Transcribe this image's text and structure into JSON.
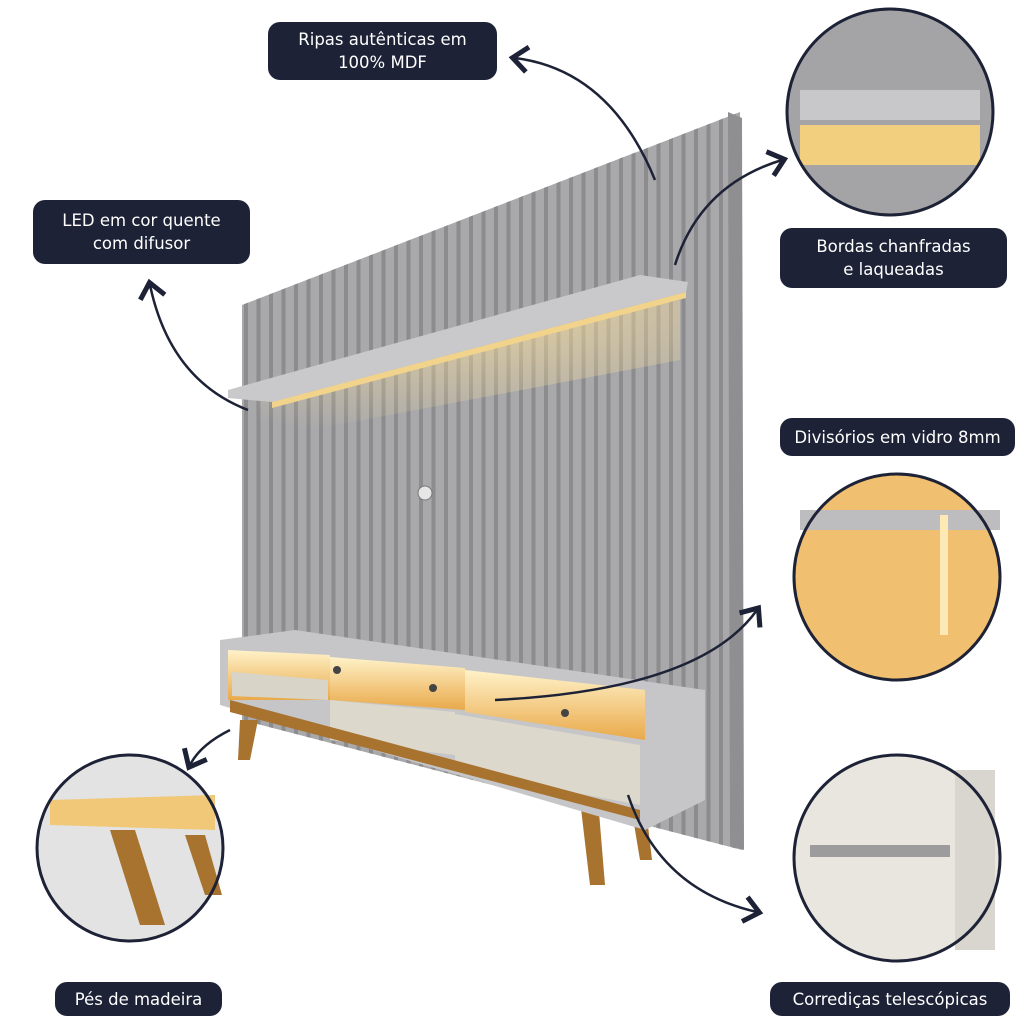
{
  "labels": {
    "slats": {
      "line1": "Ripas autênticas em",
      "line2": "100% MDF"
    },
    "led": {
      "line1": "LED em cor quente",
      "line2": "com difusor"
    },
    "edges": {
      "line1": "Bordas chanfradas",
      "line2": "e laqueadas"
    },
    "glass": {
      "line1": "Divisórios em vidro 8mm"
    },
    "feet": {
      "line1": "Pés de madeira"
    },
    "slides": {
      "line1": "Corrediças telescópicas"
    }
  },
  "colors": {
    "badge": "#1d2236",
    "panel": "#a9a9ab",
    "led": "#f5c76a",
    "wood": "#a8722f"
  }
}
